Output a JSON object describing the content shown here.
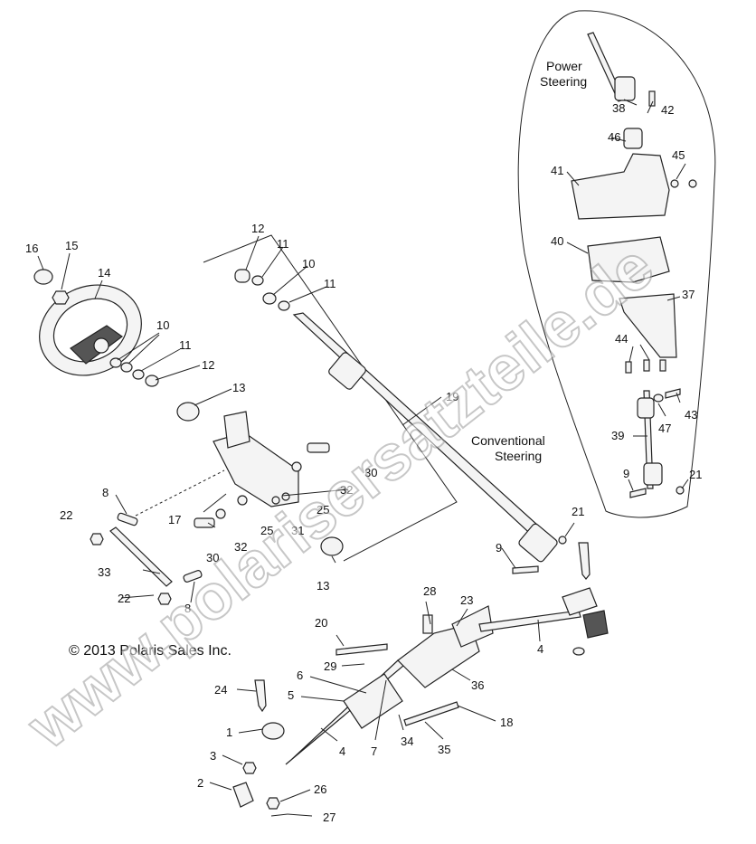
{
  "copyright": "© 2013 Polaris Sales Inc.",
  "watermark": "www.polarisersatzteile.de",
  "notes": {
    "power_steering": [
      "Power",
      "Steering"
    ],
    "conventional_steering": [
      "Conventional",
      "Steering"
    ]
  },
  "callouts": [
    {
      "id": "c16a",
      "text": "16"
    },
    {
      "id": "c15a",
      "text": "15"
    },
    {
      "id": "c14a",
      "text": "14"
    },
    {
      "id": "c10a",
      "text": "10"
    },
    {
      "id": "c11a",
      "text": "11"
    },
    {
      "id": "c12a",
      "text": "12"
    },
    {
      "id": "c13a",
      "text": "13"
    },
    {
      "id": "c12b",
      "text": "12"
    },
    {
      "id": "c11b",
      "text": "11"
    },
    {
      "id": "c10b",
      "text": "10"
    },
    {
      "id": "c11c",
      "text": "11"
    },
    {
      "id": "c19a",
      "text": "19"
    },
    {
      "id": "c8a",
      "text": "8"
    },
    {
      "id": "c22a",
      "text": "22"
    },
    {
      "id": "c17a",
      "text": "17"
    },
    {
      "id": "c25a",
      "text": "25"
    },
    {
      "id": "c30a",
      "text": "30"
    },
    {
      "id": "c32a",
      "text": "32"
    },
    {
      "id": "c25b",
      "text": "25"
    },
    {
      "id": "c31a",
      "text": "31"
    },
    {
      "id": "c30b",
      "text": "30"
    },
    {
      "id": "c32b",
      "text": "32"
    },
    {
      "id": "c33a",
      "text": "33"
    },
    {
      "id": "c22b",
      "text": "22"
    },
    {
      "id": "c8b",
      "text": "8"
    },
    {
      "id": "c13b",
      "text": "13"
    },
    {
      "id": "c9a",
      "text": "9"
    },
    {
      "id": "c21a",
      "text": "21"
    },
    {
      "id": "c20a",
      "text": "20"
    },
    {
      "id": "c28a",
      "text": "28"
    },
    {
      "id": "c23a",
      "text": "23"
    },
    {
      "id": "c4a",
      "text": "4"
    },
    {
      "id": "c29a",
      "text": "29"
    },
    {
      "id": "c6a",
      "text": "6"
    },
    {
      "id": "c24a",
      "text": "24"
    },
    {
      "id": "c5a",
      "text": "5"
    },
    {
      "id": "c36a",
      "text": "36"
    },
    {
      "id": "c1a",
      "text": "1"
    },
    {
      "id": "c18a",
      "text": "18"
    },
    {
      "id": "c3a",
      "text": "3"
    },
    {
      "id": "c4b",
      "text": "4"
    },
    {
      "id": "c7a",
      "text": "7"
    },
    {
      "id": "c34a",
      "text": "34"
    },
    {
      "id": "c35a",
      "text": "35"
    },
    {
      "id": "c2a",
      "text": "2"
    },
    {
      "id": "c26a",
      "text": "26"
    },
    {
      "id": "c27a",
      "text": "27"
    },
    {
      "id": "c38a",
      "text": "38"
    },
    {
      "id": "c42a",
      "text": "42"
    },
    {
      "id": "c46a",
      "text": "46"
    },
    {
      "id": "c45a",
      "text": "45"
    },
    {
      "id": "c41a",
      "text": "41"
    },
    {
      "id": "c40a",
      "text": "40"
    },
    {
      "id": "c37a",
      "text": "37"
    },
    {
      "id": "c44a",
      "text": "44"
    },
    {
      "id": "c43a",
      "text": "43"
    },
    {
      "id": "c47a",
      "text": "47"
    },
    {
      "id": "c39a",
      "text": "39"
    },
    {
      "id": "c9b",
      "text": "9"
    },
    {
      "id": "c21b",
      "text": "21"
    }
  ]
}
